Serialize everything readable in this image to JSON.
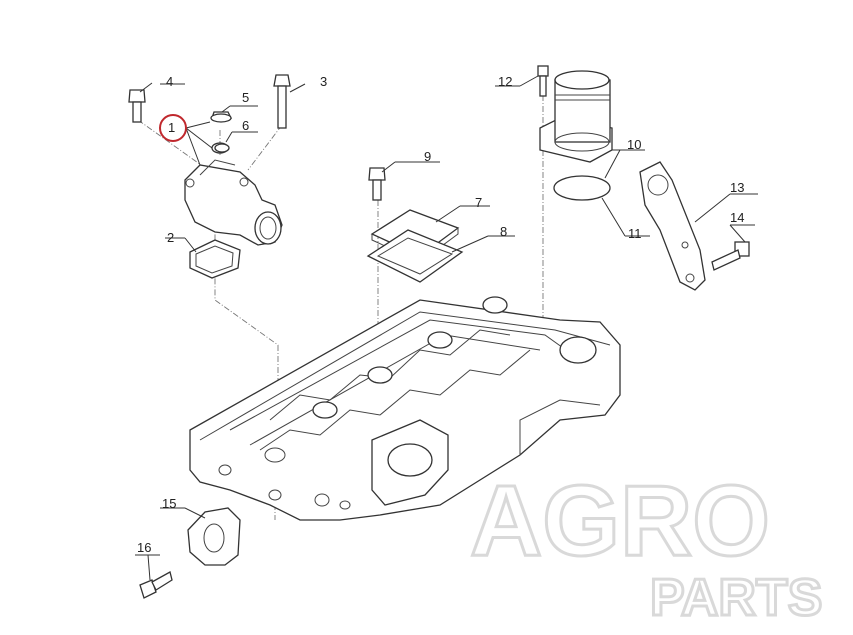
{
  "callouts": [
    {
      "id": "1",
      "label": "1",
      "highlighted": true
    },
    {
      "id": "2",
      "label": "2"
    },
    {
      "id": "3",
      "label": "3"
    },
    {
      "id": "4",
      "label": "4"
    },
    {
      "id": "5",
      "label": "5"
    },
    {
      "id": "6",
      "label": "6"
    },
    {
      "id": "7",
      "label": "7"
    },
    {
      "id": "8",
      "label": "8"
    },
    {
      "id": "9",
      "label": "9"
    },
    {
      "id": "10",
      "label": "10"
    },
    {
      "id": "11",
      "label": "11"
    },
    {
      "id": "12",
      "label": "12"
    },
    {
      "id": "13",
      "label": "13"
    },
    {
      "id": "14",
      "label": "14"
    },
    {
      "id": "15",
      "label": "15"
    },
    {
      "id": "16",
      "label": "16"
    }
  ],
  "watermark": {
    "line1": "AGRO",
    "line2": "PARTS"
  },
  "colors": {
    "highlight": "#c0282d",
    "line": "#333333",
    "watermark": "#d9d9d9"
  }
}
